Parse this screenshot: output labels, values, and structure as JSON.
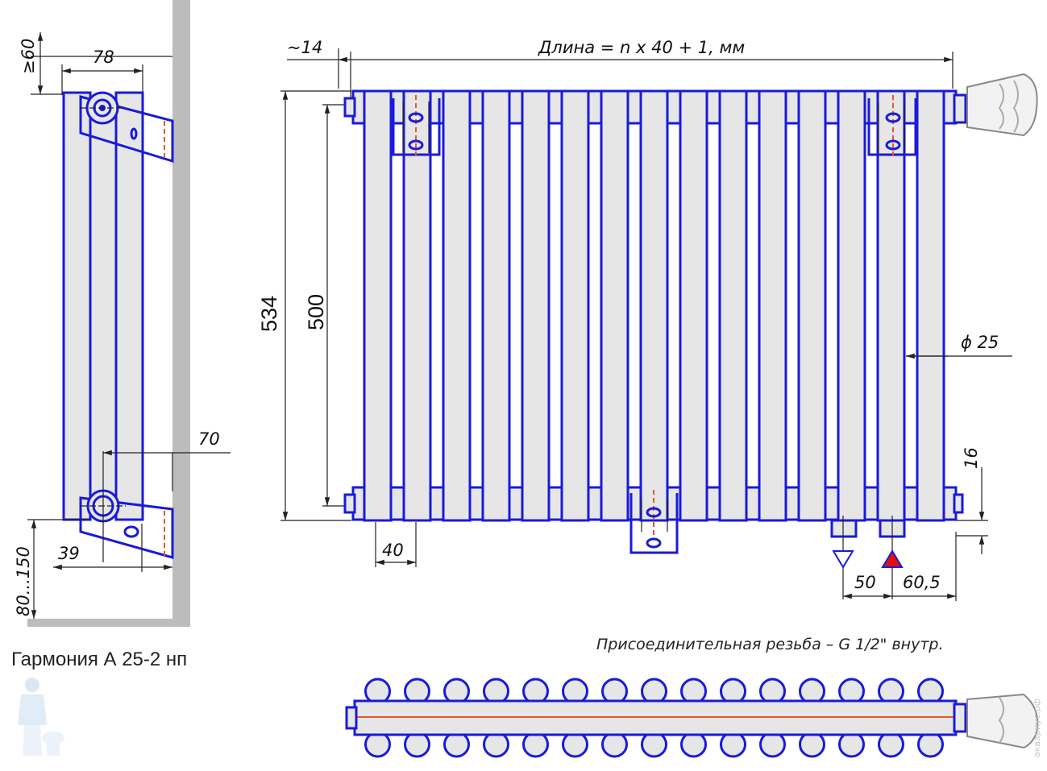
{
  "colors": {
    "outline": "#1a1adb",
    "fill": "#e6e6e6",
    "wall": "#bcbcbc",
    "axis": "#e05a2a",
    "supply_marker": "#e01010",
    "dimension": "#222222"
  },
  "icons": [
    "plumber-logo-icon",
    "thermostatic-valve-icon",
    "supply-triangle-icon",
    "return-triangle-icon"
  ],
  "side_view": {
    "caption": "Гармония  А 25-2 нп",
    "dims": {
      "wall_gap": "≥60",
      "depth": "78",
      "bracket": "70",
      "inlet_offset": "39",
      "floor_gap": "80...150"
    }
  },
  "front_view": {
    "length_formula": "Длина = n x 40 + 1, мм",
    "edge_offset": "~14",
    "height_total": "534",
    "height_axis": "500",
    "tube_diameter": "ϕ 25",
    "collector_offset": "16",
    "section_pitch": "40",
    "pipe_spacing": "50",
    "pipe_edge_offset": "60,5",
    "sections": 15
  },
  "note": "Присоединительная резьба – G 1/2\" внутр.",
  "watermark": "аквариус.рф"
}
